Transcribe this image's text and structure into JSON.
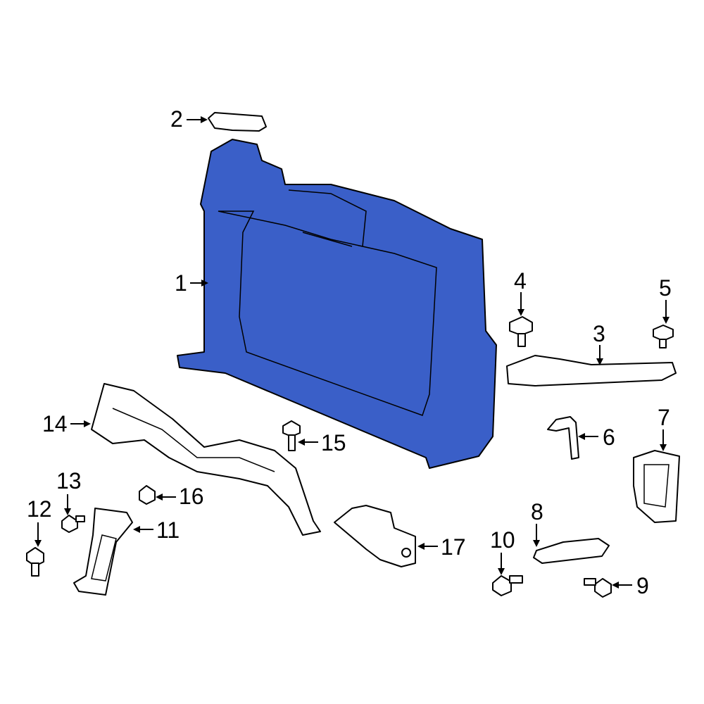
{
  "colors": {
    "highlight": "#3a5fc8",
    "outline": "#000000",
    "background": "#ffffff"
  },
  "callouts": [
    {
      "id": "1",
      "label": "1"
    },
    {
      "id": "2",
      "label": "2"
    },
    {
      "id": "3",
      "label": "3"
    },
    {
      "id": "4",
      "label": "4"
    },
    {
      "id": "5",
      "label": "5"
    },
    {
      "id": "6",
      "label": "6"
    },
    {
      "id": "7",
      "label": "7"
    },
    {
      "id": "8",
      "label": "8"
    },
    {
      "id": "9",
      "label": "9"
    },
    {
      "id": "10",
      "label": "10"
    },
    {
      "id": "11",
      "label": "11"
    },
    {
      "id": "12",
      "label": "12"
    },
    {
      "id": "13",
      "label": "13"
    },
    {
      "id": "14",
      "label": "14"
    },
    {
      "id": "15",
      "label": "15"
    },
    {
      "id": "16",
      "label": "16"
    },
    {
      "id": "17",
      "label": "17"
    }
  ],
  "highlighted_part": "1"
}
